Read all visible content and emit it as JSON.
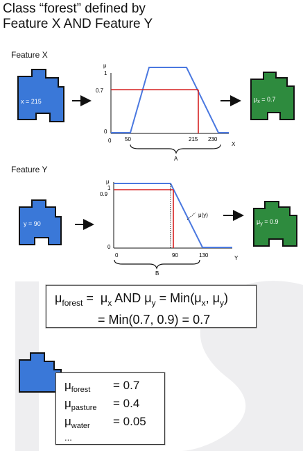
{
  "title": "Class “forest” defined by\nFeature X AND Feature Y",
  "feature_x": {
    "label": "Feature X",
    "input_value": "x = 215",
    "output_value": "μx = 0.7",
    "output_label": {
      "mu": "μ",
      "sub": "x",
      "rest": " = 0.7"
    },
    "axis": {
      "y_symbol": "μ",
      "y_one": "1",
      "y_zero": "0",
      "y_level": "0.7",
      "x_zero": "0",
      "x_ticks": [
        "50",
        "215",
        "230"
      ],
      "x_name": "X",
      "range_label": "A"
    }
  },
  "feature_y": {
    "label": "Feature Y",
    "input_value": "y = 90",
    "output_label": {
      "mu": "μ",
      "sub": "y",
      "rest": " = 0.9"
    },
    "curve_label": "μ(y)",
    "axis": {
      "y_symbol": "μ",
      "y_one": "1",
      "y_level": "0.9",
      "y_zero": "0",
      "x_zero": "0",
      "x_ticks": [
        "90",
        "130"
      ],
      "x_name": "Y",
      "range_label": "B"
    }
  },
  "formula": {
    "line1": {
      "lhs_mu": "μ",
      "lhs_sub": "forest",
      "eq": " =  ",
      "a": "μ",
      "a_sub": "x",
      "and": " AND ",
      "b": "μ",
      "b_sub": "y",
      "mid": " = Min(",
      "c": "μ",
      "c_sub": "x",
      "comma": ", ",
      "d": "μ",
      "d_sub": "y",
      "close": ")"
    },
    "line2": "= Min(0.7, 0.9) = 0.7"
  },
  "memberships": [
    {
      "mu": "μ",
      "class": "forest",
      "value": "= 0.7"
    },
    {
      "mu": "μ",
      "class": "pasture",
      "value": "= 0.4"
    },
    {
      "mu": "μ",
      "class": "water",
      "value": "= 0.05"
    }
  ],
  "memberships_more": "...",
  "colors": {
    "blue": "#3a78d8",
    "green": "#2e8b3e",
    "red": "#d62020",
    "curve": "#4a78e0"
  }
}
